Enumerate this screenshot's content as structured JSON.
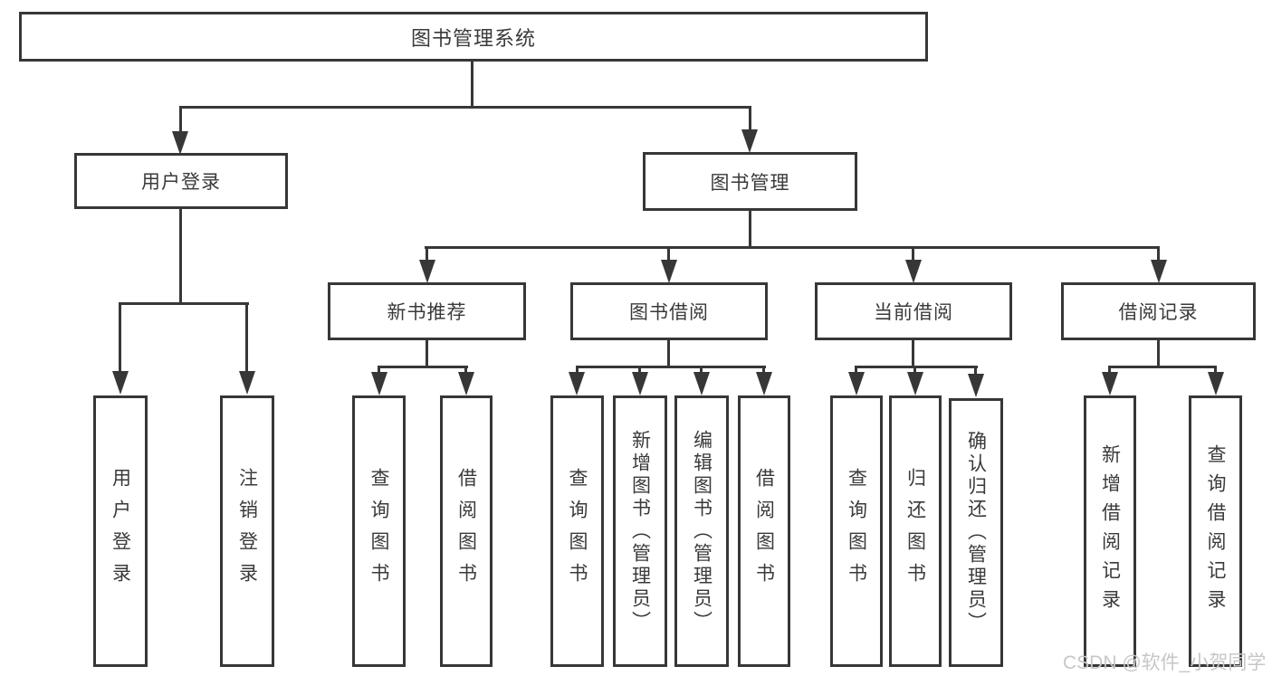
{
  "diagram": {
    "type": "hierarchy",
    "root": {
      "label": "图书管理系统"
    },
    "level2": [
      {
        "label": "用户登录"
      },
      {
        "label": "图书管理"
      }
    ],
    "level3": [
      {
        "label": "新书推荐",
        "parent": "图书管理"
      },
      {
        "label": "图书借阅",
        "parent": "图书管理"
      },
      {
        "label": "当前借阅",
        "parent": "图书管理"
      },
      {
        "label": "借阅记录",
        "parent": "图书管理"
      }
    ],
    "leaves": [
      {
        "label": "用户登录",
        "parent": "用户登录"
      },
      {
        "label": "注销登录",
        "parent": "用户登录"
      },
      {
        "label": "查询图书",
        "parent": "新书推荐"
      },
      {
        "label": "借阅图书",
        "parent": "新书推荐"
      },
      {
        "label": "查询图书",
        "parent": "图书借阅"
      },
      {
        "label": "新增图书（管理员）",
        "parent": "图书借阅"
      },
      {
        "label": "编辑图书（管理员）",
        "parent": "图书借阅"
      },
      {
        "label": "借阅图书",
        "parent": "图书借阅"
      },
      {
        "label": "查询图书",
        "parent": "当前借阅"
      },
      {
        "label": "归还图书",
        "parent": "当前借阅"
      },
      {
        "label": "确认归还（管理员）",
        "parent": "当前借阅"
      },
      {
        "label": "新增借阅记录",
        "parent": "借阅记录"
      },
      {
        "label": "查询借阅记录",
        "parent": "借阅记录"
      }
    ],
    "colors": {
      "line": "#373737",
      "box_border": "#373737",
      "text": "#3a3a3a",
      "background": "#ffffff"
    }
  },
  "watermark": {
    "text": "CSDN @软件_小贺同学",
    "color": "#c7c7c7"
  }
}
